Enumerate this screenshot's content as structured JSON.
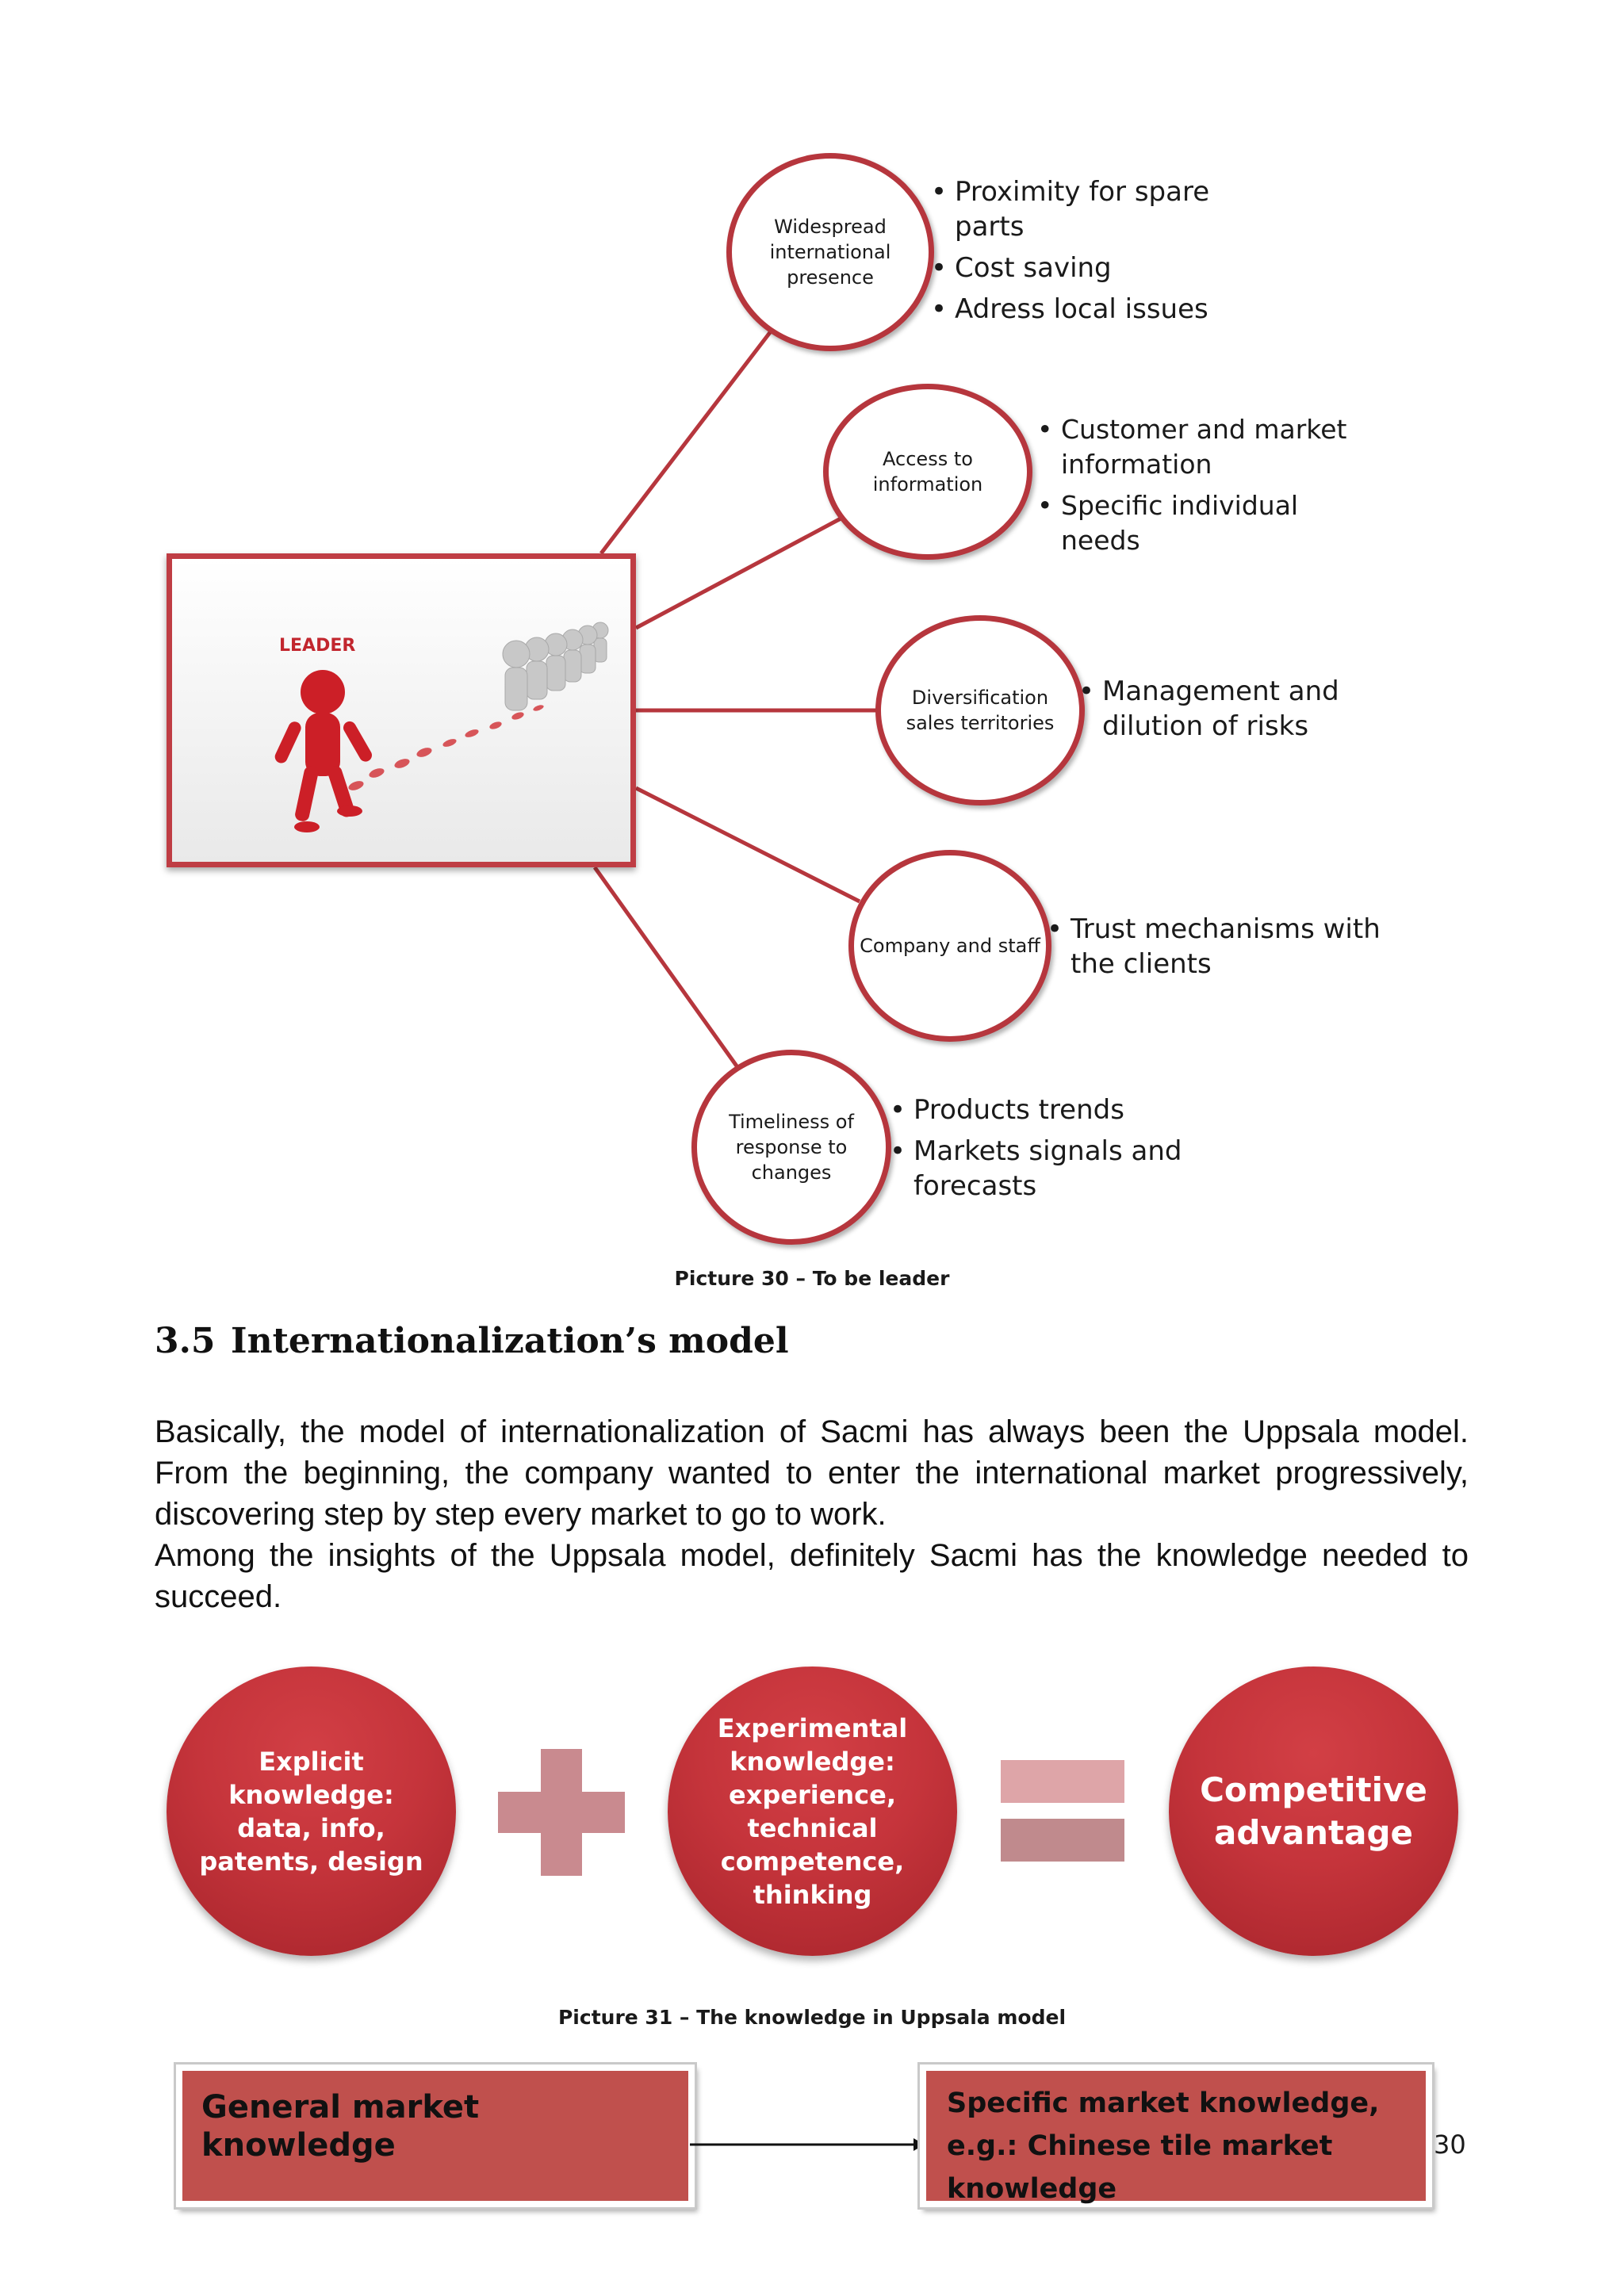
{
  "figure30": {
    "hub_label": "LEADER",
    "nodes": [
      {
        "label": "Widespread international presence",
        "bullets": [
          "Proximity for spare parts",
          "Cost saving",
          "Adress local issues"
        ]
      },
      {
        "label": "Access to information",
        "bullets": [
          "Customer and market information",
          "Specific individual needs"
        ]
      },
      {
        "label": "Diversification sales territories",
        "bullets": [
          "Management and dilution of risks"
        ]
      },
      {
        "label": "Company and staff",
        "bullets": [
          "Trust mechanisms with the clients"
        ]
      },
      {
        "label": "Timeliness of response to changes",
        "bullets": [
          "Products trends",
          "Markets signals and forecasts"
        ]
      }
    ],
    "caption": "Picture 30 – To be leader"
  },
  "section": {
    "number": "3.5",
    "title": "Internationalization’s model",
    "paragraph1": "Basically, the model of internationalization of Sacmi has always been the Uppsala model. From the beginning, the company wanted to enter the international market progressively, discovering step by step every market to go to work.",
    "paragraph2": "Among the insights of the Uppsala model, definitely Sacmi has the knowledge needed to succeed."
  },
  "figure31": {
    "explicit": "Explicit knowledge: data, info, patents, design",
    "experimental": "Experimental knowledge: experience, technical competence, thinking",
    "result": "Competitive advantage",
    "caption": "Picture 31 – The knowledge in Uppsala model"
  },
  "flow": {
    "general": "General market knowledge",
    "specific": "Specific market knowledge, e.g.: Chinese tile market knowledge"
  },
  "page_number": "30",
  "colors": {
    "accent_red": "#c5343b",
    "node_border": "#b6363d",
    "flow_box": "#c0504d",
    "plus_sign": "#c98a8f",
    "equals_top": "#dea5a8",
    "equals_bottom": "#c08a8d"
  }
}
